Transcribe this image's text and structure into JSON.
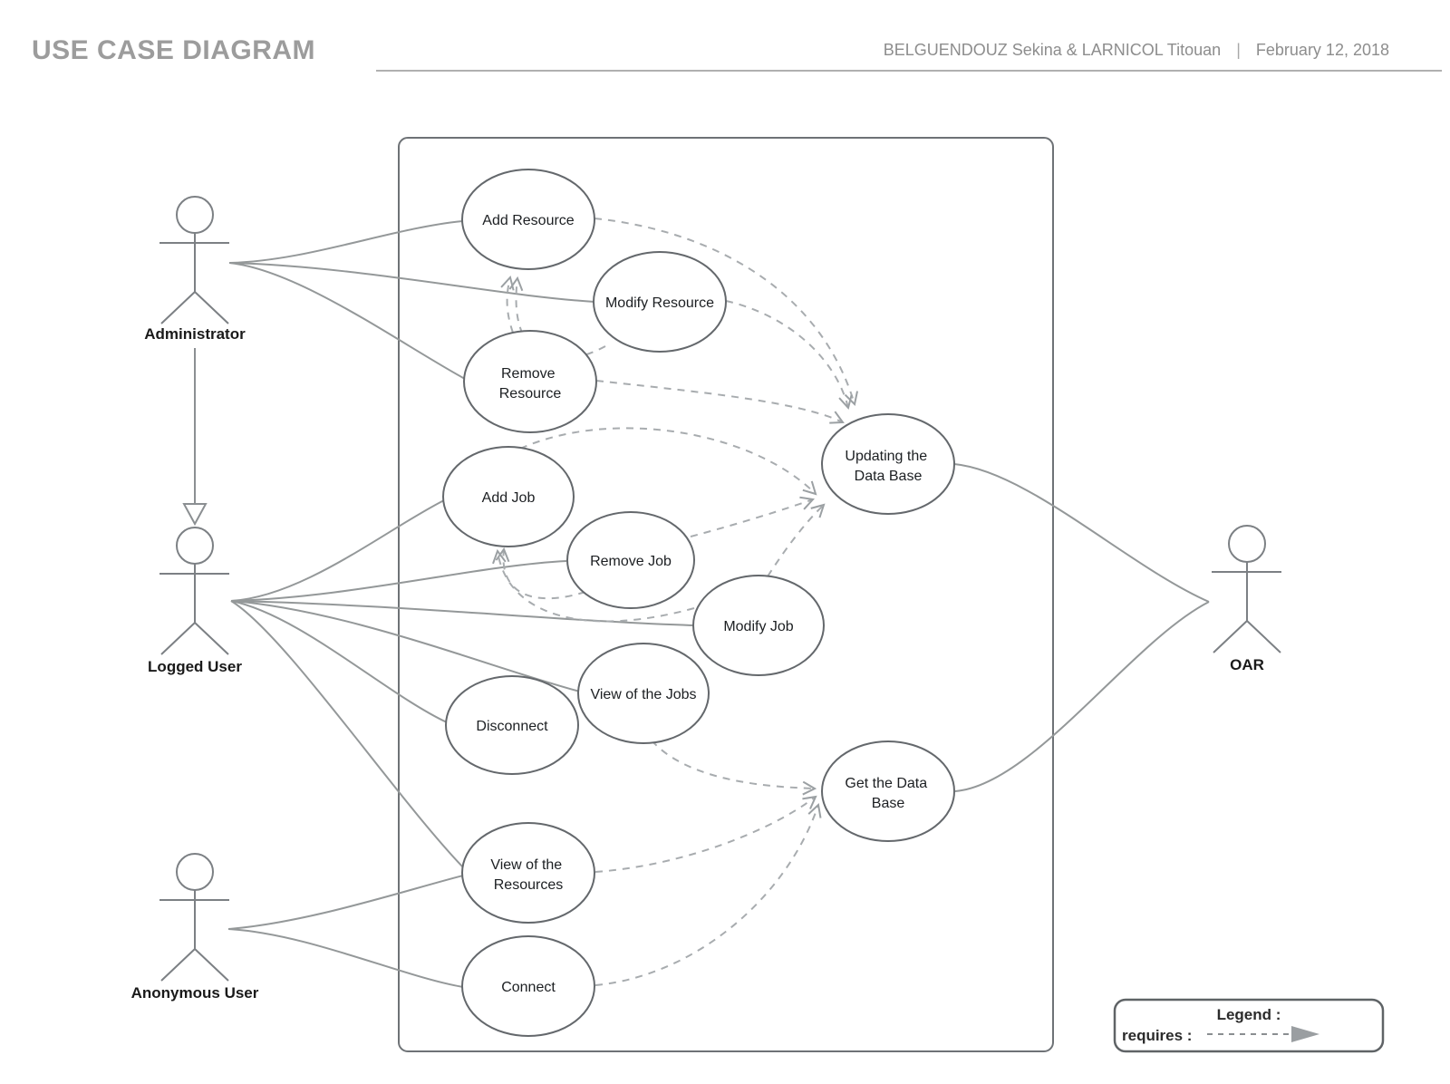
{
  "header": {
    "title": "USE CASE DIAGRAM",
    "authors": "BELGUENDOUZ Sekina & LARNICOL Titouan",
    "separator": "|",
    "date": "February 12, 2018"
  },
  "actors": {
    "administrator": {
      "label": "Administrator"
    },
    "logged_user": {
      "label": "Logged User"
    },
    "anonymous_user": {
      "label": "Anonymous User"
    },
    "oar": {
      "label": "OAR"
    }
  },
  "usecases": {
    "add_resource": {
      "lines": [
        "Add Resource"
      ]
    },
    "modify_resource": {
      "lines": [
        "Modify Resource"
      ]
    },
    "remove_resource": {
      "lines": [
        "Remove",
        "Resource"
      ]
    },
    "add_job": {
      "lines": [
        "Add Job"
      ]
    },
    "remove_job": {
      "lines": [
        "Remove Job"
      ]
    },
    "modify_job": {
      "lines": [
        "Modify Job"
      ]
    },
    "view_of_the_jobs": {
      "lines": [
        "View of the Jobs"
      ]
    },
    "disconnect": {
      "lines": [
        "Disconnect"
      ]
    },
    "updating_the_data_base": {
      "lines": [
        "Updating the",
        "Data Base"
      ]
    },
    "get_the_data_base": {
      "lines": [
        "Get the Data",
        "Base"
      ]
    },
    "view_of_the_resources": {
      "lines": [
        "View of the",
        "Resources"
      ]
    },
    "connect": {
      "lines": [
        "Connect"
      ]
    }
  },
  "legend": {
    "title": "Legend :",
    "requires_label": "requires :"
  },
  "relationships": {
    "generalization": [
      {
        "from": "Administrator",
        "to": "Logged User"
      }
    ],
    "associations": [
      {
        "from": "Administrator",
        "to": "Add Resource"
      },
      {
        "from": "Administrator",
        "to": "Modify Resource"
      },
      {
        "from": "Administrator",
        "to": "Remove Resource"
      },
      {
        "from": "Logged User",
        "to": "Add Job"
      },
      {
        "from": "Logged User",
        "to": "Remove Job"
      },
      {
        "from": "Logged User",
        "to": "Modify Job"
      },
      {
        "from": "Logged User",
        "to": "View of the Jobs"
      },
      {
        "from": "Logged User",
        "to": "Disconnect"
      },
      {
        "from": "Logged User",
        "to": "View of the Resources"
      },
      {
        "from": "Anonymous User",
        "to": "View of the Resources"
      },
      {
        "from": "Anonymous User",
        "to": "Connect"
      },
      {
        "from": "Updating the Data Base",
        "to": "OAR"
      },
      {
        "from": "Get the Data Base",
        "to": "OAR"
      }
    ],
    "requires": [
      {
        "from": "Modify Resource",
        "to": "Add Resource"
      },
      {
        "from": "Remove Resource",
        "to": "Add Resource"
      },
      {
        "from": "Add Resource",
        "to": "Updating the Data Base"
      },
      {
        "from": "Modify Resource",
        "to": "Updating the Data Base"
      },
      {
        "from": "Remove Resource",
        "to": "Updating the Data Base"
      },
      {
        "from": "Add Job",
        "to": "Updating the Data Base"
      },
      {
        "from": "Remove Job",
        "to": "Updating the Data Base"
      },
      {
        "from": "Modify Job",
        "to": "Updating the Data Base"
      },
      {
        "from": "Remove Job",
        "to": "Add Job"
      },
      {
        "from": "Modify Job",
        "to": "Add Job"
      },
      {
        "from": "View of the Jobs",
        "to": "Get the Data Base"
      },
      {
        "from": "View of the Resources",
        "to": "Get the Data Base"
      },
      {
        "from": "Connect",
        "to": "Get the Data Base"
      }
    ]
  },
  "colors": {
    "solid_line": "#949899",
    "dashed_line": "#a8acaf",
    "ellipse_stroke": "#64686c",
    "boundary_stroke": "#6e7276",
    "text": "#1c1f22",
    "title": "#9c9c9c",
    "header_text": "#8d8d8d"
  }
}
